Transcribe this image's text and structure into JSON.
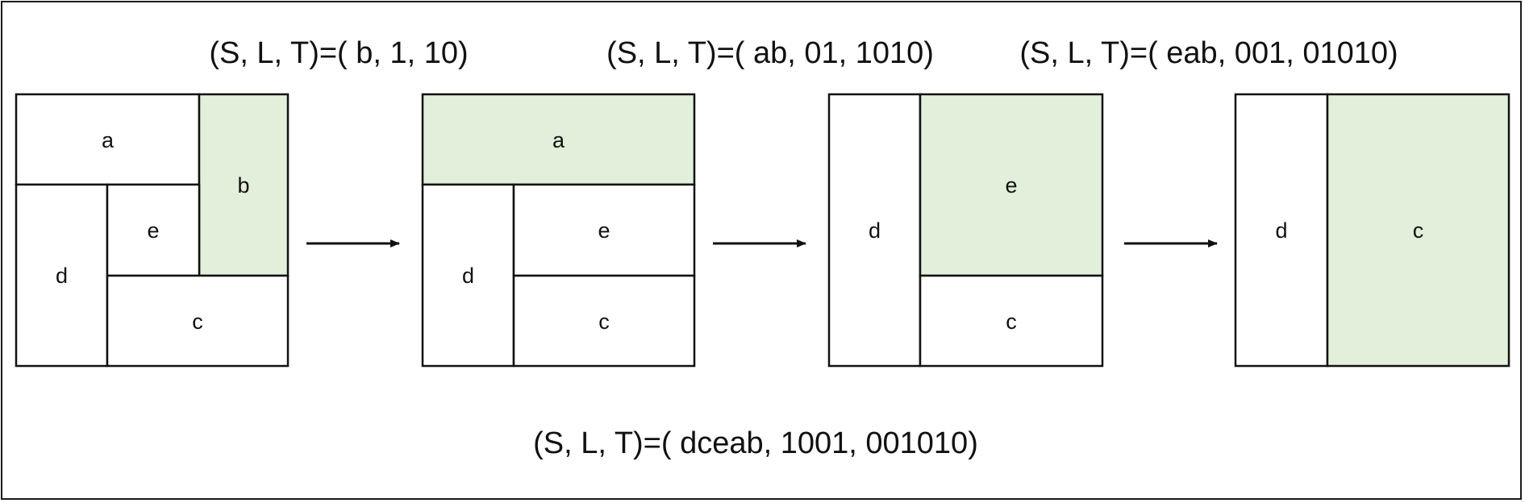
{
  "colors": {
    "highlight": "#e2efda",
    "plain": "#ffffff",
    "line": "#111111"
  },
  "captions": [
    "(S, L, T)=( b, 1, 10)",
    "(S, L, T)=( ab, 01, 1010)",
    "(S, L, T)=( eab, 001, 01010)",
    "(S, L, T)=( dceab, 1001, 001010)"
  ],
  "stages": [
    {
      "rects": [
        {
          "label": "a",
          "highlighted": false
        },
        {
          "label": "b",
          "highlighted": true
        },
        {
          "label": "d",
          "highlighted": false
        },
        {
          "label": "e",
          "highlighted": false
        },
        {
          "label": "c",
          "highlighted": false
        }
      ]
    },
    {
      "rects": [
        {
          "label": "a",
          "highlighted": true
        },
        {
          "label": "d",
          "highlighted": false
        },
        {
          "label": "e",
          "highlighted": false
        },
        {
          "label": "c",
          "highlighted": false
        }
      ]
    },
    {
      "rects": [
        {
          "label": "d",
          "highlighted": false
        },
        {
          "label": "e",
          "highlighted": true
        },
        {
          "label": "c",
          "highlighted": false
        }
      ]
    },
    {
      "rects": [
        {
          "label": "d",
          "highlighted": false
        },
        {
          "label": "c",
          "highlighted": true
        }
      ]
    }
  ]
}
